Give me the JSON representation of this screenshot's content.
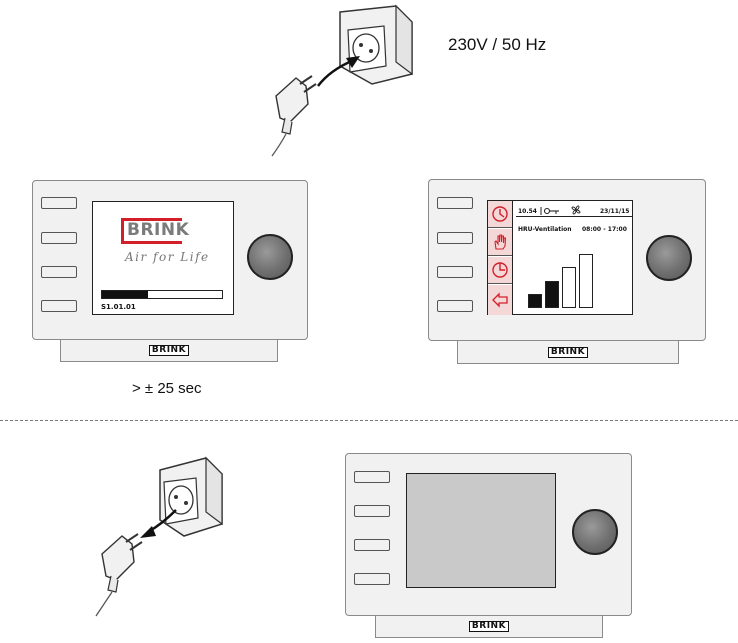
{
  "supply": {
    "label": "230V / 50 Hz"
  },
  "boot": {
    "duration_label": "> ± 25 sec"
  },
  "brand": {
    "base_label": "BRINK"
  },
  "splash": {
    "logo_text": "BRINK",
    "tagline": "Air for Life",
    "progress_fraction": 0.38,
    "firmware_version": "S1.01.01"
  },
  "home": {
    "time": "10.54",
    "date": "23/11/15",
    "mode_label": "HRU-Ventilation",
    "schedule": "08:00 - 17:00",
    "menu_icons": [
      "clock-schedule-icon",
      "hand-manual-icon",
      "timer-icon",
      "back-arrow-icon"
    ],
    "status_icons": [
      "key-icon",
      "fan-icon"
    ],
    "fan_levels": [
      {
        "level": 1,
        "active": true
      },
      {
        "level": 2,
        "active": true
      },
      {
        "level": 3,
        "active": false
      },
      {
        "level": 4,
        "active": false
      }
    ]
  },
  "colors": {
    "accent_red": "#d21f2a",
    "panel": "#f1f1f1",
    "screen_off": "#c9c9c9"
  }
}
